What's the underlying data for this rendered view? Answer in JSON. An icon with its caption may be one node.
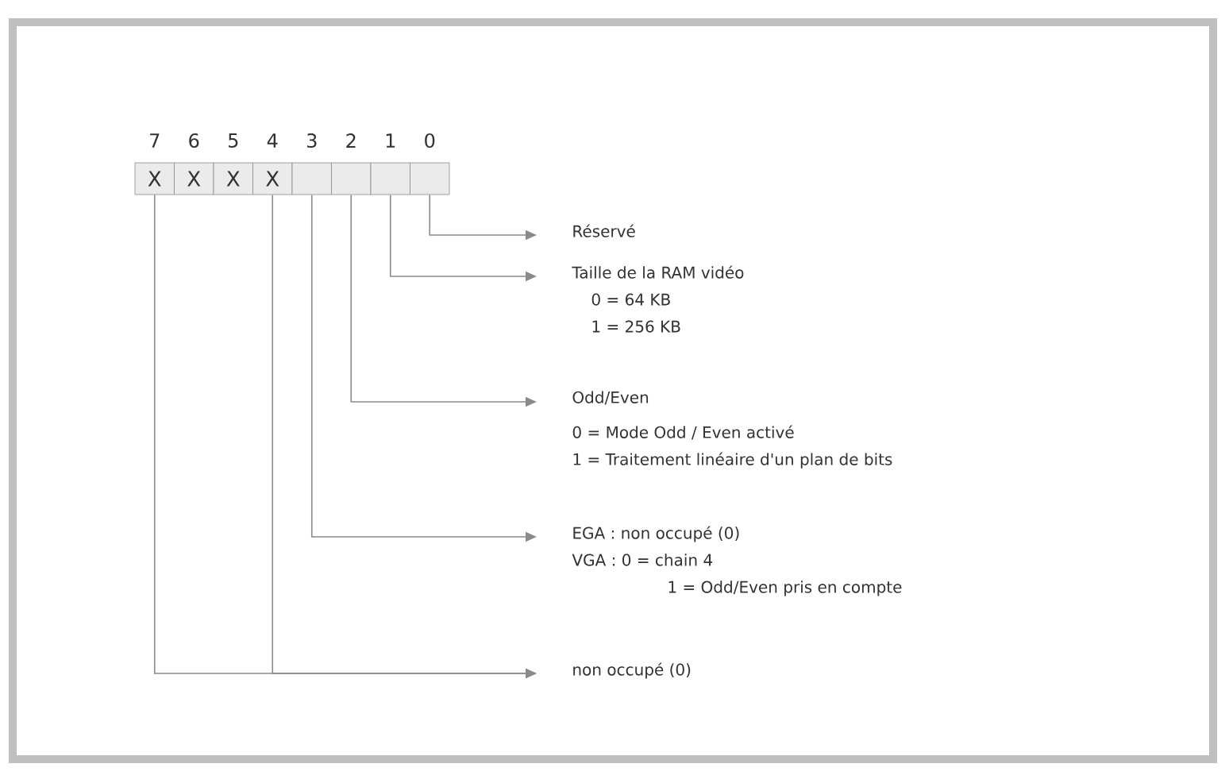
{
  "diagram": {
    "nodes": [
      {
        "text": [
          "X"
        ],
        "beside": [
          "7"
        ]
      },
      {
        "text": [
          "X"
        ],
        "beside": [
          "6"
        ]
      },
      {
        "text": [
          "X"
        ],
        "beside": [
          "5"
        ]
      },
      {
        "text": [
          "X"
        ],
        "beside": [
          "4"
        ]
      },
      {
        "text": [],
        "shape": "box",
        "beside": [
          "3"
        ]
      },
      {
        "text": [],
        "shape": "box",
        "beside": [
          "2"
        ]
      },
      {
        "text": [],
        "shape": "box",
        "beside": [
          "1"
        ]
      },
      {
        "text": [],
        "shape": "box",
        "beside": [
          "0"
        ]
      },
      {
        "text": [
          "Réservé"
        ]
      },
      {
        "text": [
          "Taille de la RAM vidéo",
          "0 = 64 KB",
          "1 = 256 KB"
        ]
      },
      {
        "text": [
          "Odd/Even",
          "0 = Mode Odd / Even activé",
          "1 = Traitement linéaire d'un plan de bits"
        ]
      },
      {
        "text": [
          "EGA : non occupé (0)",
          "VGA : 0 = chain 4",
          "1 = Odd/Even pris en compte"
        ]
      },
      {
        "text": [
          "non occupé (0)"
        ]
      }
    ],
    "edges": [
      {
        "from": 7,
        "to": 8,
        "arrow": "to"
      },
      {
        "from": 6,
        "to": 9,
        "arrow": "to"
      },
      {
        "from": 5,
        "to": 10,
        "arrow": "to"
      },
      {
        "from": 4,
        "to": 11,
        "arrow": "to"
      },
      {
        "from": 3,
        "to": 12,
        "arrow": "to"
      },
      {
        "from": 0,
        "to": 12,
        "arrow": "to"
      }
    ]
  }
}
